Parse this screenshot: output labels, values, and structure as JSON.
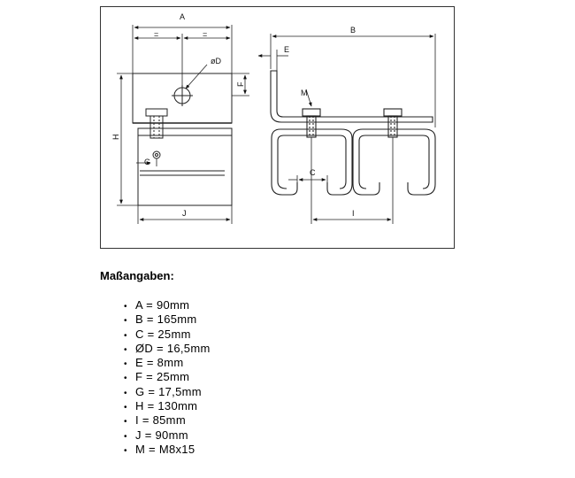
{
  "drawing": {
    "labels": {
      "A": "A",
      "B": "B",
      "C": "C",
      "D": "øD",
      "E": "E",
      "F": "F",
      "G": "G",
      "H": "H",
      "I": "I",
      "J": "J",
      "M": "M",
      "eq_left": "=",
      "eq_right": "="
    }
  },
  "specs": {
    "heading": "Maßangaben:",
    "bullet": "•",
    "items": [
      "A = 90mm",
      "B = 165mm",
      "C = 25mm",
      "ØD = 16,5mm",
      "E = 8mm",
      "F = 25mm",
      "G = 17,5mm",
      "H = 130mm",
      "I = 85mm",
      "J = 90mm",
      "M = M8x15"
    ]
  }
}
